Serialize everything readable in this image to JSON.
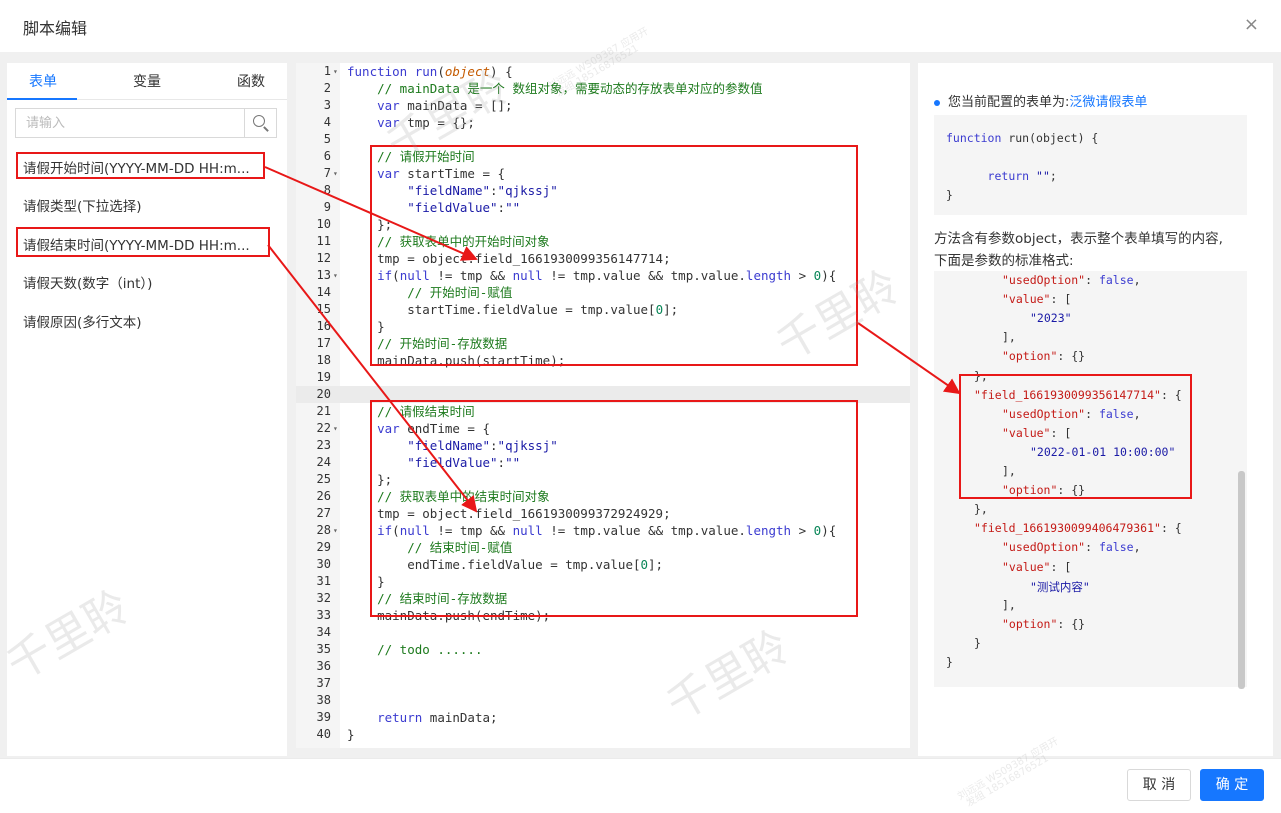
{
  "dialog": {
    "title": "脚本编辑",
    "close_icon": "×"
  },
  "left_panel": {
    "tabs": [
      {
        "label": "表单"
      },
      {
        "label": "变量"
      },
      {
        "label": "函数"
      }
    ],
    "search_placeholder": "请输入",
    "fields": [
      {
        "label": "请假开始时间(YYYY-MM-DD HH:m..."
      },
      {
        "label": "请假类型(下拉选择)"
      },
      {
        "label": "请假结束时间(YYYY-MM-DD HH:m..."
      },
      {
        "label": "请假天数(数字（int）)"
      },
      {
        "label": "请假原因(多行文本)"
      }
    ]
  },
  "editor": {
    "lines": [
      {
        "n": "1",
        "fold": true,
        "html": "<span class=\"kw\">function</span> <span class=\"kw\">run</span>(<span class=\"it\">object</span>) {"
      },
      {
        "n": "2",
        "html": "    <span class=\"cm\">// mainData 是一个 数组对象，需要动态的存放表单对应的参数值</span>"
      },
      {
        "n": "3",
        "html": "    <span class=\"kw\">var</span> mainData = [];"
      },
      {
        "n": "4",
        "html": "    <span class=\"kw\">var</span> tmp = {};"
      },
      {
        "n": "5",
        "html": ""
      },
      {
        "n": "6",
        "html": "    <span class=\"cm\">// 请假开始时间</span>"
      },
      {
        "n": "7",
        "fold": true,
        "html": "    <span class=\"kw\">var</span> startTime = {"
      },
      {
        "n": "8",
        "html": "        <span class=\"str\">\"fieldName\"</span>:<span class=\"str\">\"qjkssj\"</span>"
      },
      {
        "n": "9",
        "html": "        <span class=\"str\">\"fieldValue\"</span>:<span class=\"str\">\"\"</span>"
      },
      {
        "n": "10",
        "html": "    };"
      },
      {
        "n": "11",
        "html": "    <span class=\"cm\">// 获取表单中的开始时间对象</span>"
      },
      {
        "n": "12",
        "html": "    tmp = object.field_1661930099356147714;"
      },
      {
        "n": "13",
        "fold": true,
        "html": "    <span class=\"kw\">if</span>(<span class=\"kw\">null</span> != tmp &amp;&amp; <span class=\"kw\">null</span> != tmp.value &amp;&amp; tmp.value.<span class=\"kw\">length</span> &gt; <span class=\"num\">0</span>){"
      },
      {
        "n": "14",
        "html": "        <span class=\"cm\">// 开始时间-赋值</span>"
      },
      {
        "n": "15",
        "html": "        startTime.fieldValue = tmp.value[<span class=\"num\">0</span>];"
      },
      {
        "n": "16",
        "html": "    }"
      },
      {
        "n": "17",
        "html": "    <span class=\"cm\">// 开始时间-存放数据</span>"
      },
      {
        "n": "18",
        "html": "    mainData.push(startTime);"
      },
      {
        "n": "19",
        "html": ""
      },
      {
        "n": "20",
        "hl": true,
        "html": ""
      },
      {
        "n": "21",
        "html": "    <span class=\"cm\">// 请假结束时间</span>"
      },
      {
        "n": "22",
        "fold": true,
        "html": "    <span class=\"kw\">var</span> endTime = {"
      },
      {
        "n": "23",
        "html": "        <span class=\"str\">\"fieldName\"</span>:<span class=\"str\">\"qjkssj\"</span>"
      },
      {
        "n": "24",
        "html": "        <span class=\"str\">\"fieldValue\"</span>:<span class=\"str\">\"\"</span>"
      },
      {
        "n": "25",
        "html": "    };"
      },
      {
        "n": "26",
        "html": "    <span class=\"cm\">// 获取表单中的结束时间对象</span>"
      },
      {
        "n": "27",
        "html": "    tmp = object.field_1661930099372924929;"
      },
      {
        "n": "28",
        "fold": true,
        "html": "    <span class=\"kw\">if</span>(<span class=\"kw\">null</span> != tmp &amp;&amp; <span class=\"kw\">null</span> != tmp.value &amp;&amp; tmp.value.<span class=\"kw\">length</span> &gt; <span class=\"num\">0</span>){"
      },
      {
        "n": "29",
        "html": "        <span class=\"cm\">// 结束时间-赋值</span>"
      },
      {
        "n": "30",
        "html": "        endTime.fieldValue = tmp.value[<span class=\"num\">0</span>];"
      },
      {
        "n": "31",
        "html": "    }"
      },
      {
        "n": "32",
        "html": "    <span class=\"cm\">// 结束时间-存放数据</span>"
      },
      {
        "n": "33",
        "html": "    mainData.push(endTime);"
      },
      {
        "n": "34",
        "html": ""
      },
      {
        "n": "35",
        "html": "    <span class=\"cm\">// todo ......</span>"
      },
      {
        "n": "36",
        "html": ""
      },
      {
        "n": "37",
        "html": ""
      },
      {
        "n": "38",
        "html": ""
      },
      {
        "n": "39",
        "html": "    <span class=\"kw\">return</span> mainData;"
      },
      {
        "n": "40",
        "html": "}"
      }
    ]
  },
  "right_panel": {
    "hint_prefix": "您当前配置的表单为:",
    "form_name": "泛微请假表单",
    "snippet": [
      "function run(object) {",
      "",
      "     return \"\";",
      "}"
    ],
    "desc_line1": "方法含有参数object，表示整个表单填写的内容,",
    "desc_line2": "下面是参数的标准格式:",
    "json_lines": [
      {
        "indent": 8,
        "html": "<span class=\"key\">\"usedOption\"</span>: <span class=\"bool\">false</span>,"
      },
      {
        "indent": 8,
        "html": "<span class=\"key\">\"value\"</span>: ["
      },
      {
        "indent": 12,
        "html": "<span class=\"jstr\">\"2023\"</span>"
      },
      {
        "indent": 8,
        "html": "],"
      },
      {
        "indent": 8,
        "html": "<span class=\"key\">\"option\"</span>: {}"
      },
      {
        "indent": 4,
        "html": "},"
      },
      {
        "indent": 4,
        "html": "<span class=\"key\">\"field_1661930099356147714\"</span>: {"
      },
      {
        "indent": 8,
        "html": "<span class=\"key\">\"usedOption\"</span>: <span class=\"bool\">false</span>,"
      },
      {
        "indent": 8,
        "html": "<span class=\"key\">\"value\"</span>: ["
      },
      {
        "indent": 12,
        "html": "<span class=\"jstr\">\"2022-01-01 10:00:00\"</span>"
      },
      {
        "indent": 8,
        "html": "],"
      },
      {
        "indent": 8,
        "html": "<span class=\"key\">\"option\"</span>: {}"
      },
      {
        "indent": 4,
        "html": "},"
      },
      {
        "indent": 4,
        "html": "<span class=\"key\">\"field_1661930099406479361\"</span>: {"
      },
      {
        "indent": 8,
        "html": "<span class=\"key\">\"usedOption\"</span>: <span class=\"bool\">false</span>,"
      },
      {
        "indent": 8,
        "html": "<span class=\"key\">\"value\"</span>: ["
      },
      {
        "indent": 12,
        "html": "<span class=\"jstr\">\"测试内容\"</span>"
      },
      {
        "indent": 8,
        "html": "],"
      },
      {
        "indent": 8,
        "html": "<span class=\"key\">\"option\"</span>: {}"
      },
      {
        "indent": 4,
        "html": "}"
      },
      {
        "indent": 0,
        "html": "}"
      }
    ]
  },
  "footer": {
    "cancel_label": "取 消",
    "ok_label": "确 定"
  },
  "watermark": {
    "big": "千里聆",
    "small_1": "刘远远 WS09387 应用开",
    "small_2": "发组 18516876521"
  },
  "colors": {
    "accent": "#1677ff",
    "annotation_red": "#e81818"
  }
}
